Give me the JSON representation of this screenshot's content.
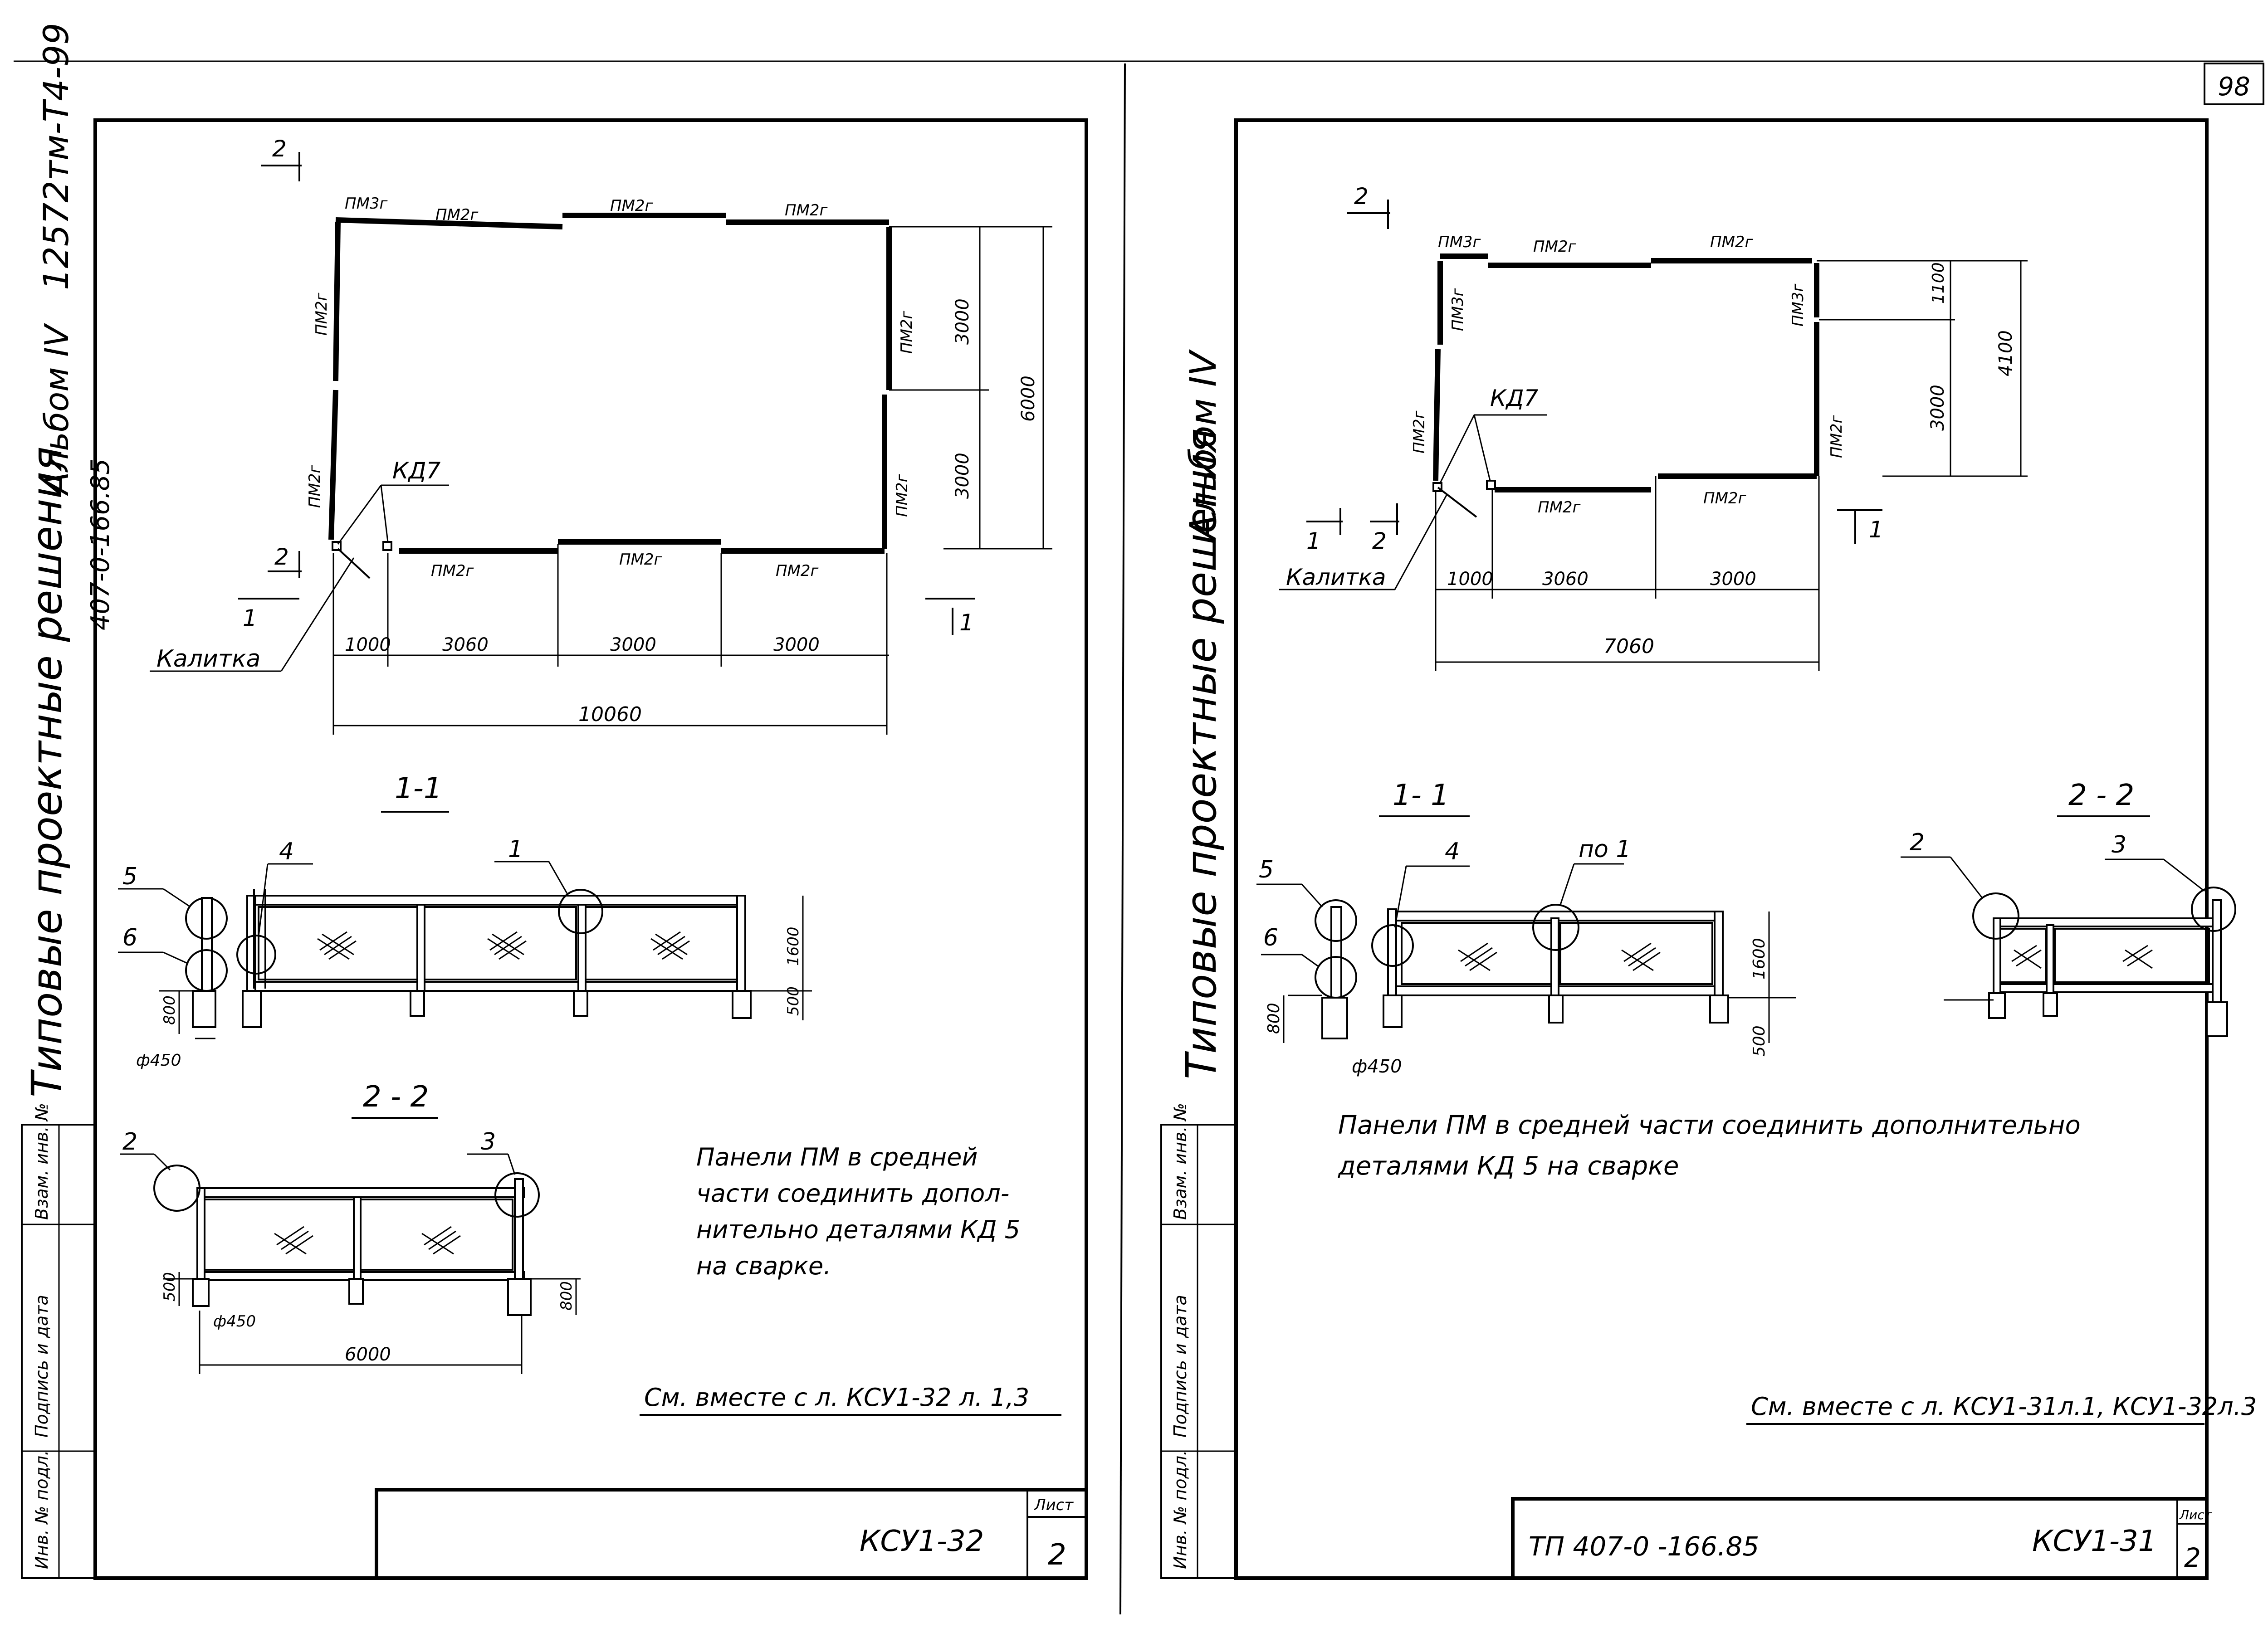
{
  "page_number": "98",
  "left_sheet": {
    "spine": {
      "series": "Типовые проектные решения",
      "doc_number": "407-0-166.85",
      "album": "Альбом IV",
      "archive_code": "12572тм-Т4-99"
    },
    "plan": {
      "panels_top": [
        "ПМ3г",
        "ПМ2г",
        "ПМ2г",
        "ПМ2г"
      ],
      "panels_left": [
        "ПМ2г",
        "ПМ2г"
      ],
      "panels_right": [
        "ПМ2г",
        "ПМ2г"
      ],
      "panels_bottom": [
        "ПМ2г",
        "ПМ2г",
        "ПМ2г"
      ],
      "detail_ref": "КД7",
      "gate_label": "Калитка",
      "dims_bottom": [
        "1000",
        "3060",
        "3000",
        "3000"
      ],
      "dim_total": "10060",
      "dims_right": [
        "3000",
        "3000"
      ],
      "dim_right_total": "6000",
      "section_mark_1": "1",
      "section_mark_2": "2"
    },
    "section_1_1": {
      "title": "1-1",
      "callouts": [
        "5",
        "6",
        "4",
        "1"
      ],
      "dim_height": "1600",
      "dim_depth": "500",
      "dim_post": "800",
      "dim_diam": "ф450"
    },
    "section_2_2": {
      "title": "2 - 2",
      "callouts": [
        "2",
        "3"
      ],
      "dim_length": "6000",
      "dim_left": "500",
      "dim_right": "800",
      "dim_diam": "ф450"
    },
    "note": [
      "Панели ПМ в средней",
      "части соединить допол-",
      "нительно деталями КД 5",
      "на сварке."
    ],
    "see_also": "См. вместе с л. КСУ1-32 л. 1,3",
    "stamp": {
      "sheet_code": "КСУ1-32",
      "sheet_label": "Лист",
      "sheet_no": "2"
    },
    "side_stamp": [
      "Инв. № подл.",
      "Подпись и дата",
      "Взам. инв. №"
    ]
  },
  "right_sheet": {
    "spine": {
      "series": "Типовые проектные решения",
      "album": "Альбом IV"
    },
    "plan": {
      "panels_top": [
        "ПМ3г",
        "ПМ2г",
        "ПМ2г"
      ],
      "panels_left": [
        "ПМ3г",
        "ПМ2г"
      ],
      "panels_right": [
        "ПМ3г",
        "ПМ2г"
      ],
      "panels_bottom": [
        "ПМ2г",
        "ПМ2г"
      ],
      "detail_ref": "КД7",
      "gate_label": "Калитка",
      "dims_bottom": [
        "1000",
        "3060",
        "3000"
      ],
      "dim_total": "7060",
      "dims_right": [
        "1100",
        "3000"
      ],
      "dim_right_total": "4100",
      "section_mark_1": "1",
      "section_mark_2": "2"
    },
    "section_1_1": {
      "title": "1- 1",
      "callouts": [
        "5",
        "6",
        "4",
        "по 1"
      ],
      "dim_height": "1600",
      "dim_depth": "500",
      "dim_post": "800",
      "dim_diam": "ф450"
    },
    "section_2_2": {
      "title": "2 - 2",
      "callouts": [
        "2",
        "3"
      ]
    },
    "note": [
      "Панели ПМ в средней части соединить дополнительно",
      "деталями КД 5 на сварке"
    ],
    "see_also": "См. вместе с л. КСУ1-31л.1, КСУ1-32л.3",
    "stamp": {
      "doc_code": "ТП 407-0 -166.85",
      "sheet_code": "КСУ1-31",
      "sheet_label": "Лист",
      "sheet_no": "2"
    },
    "side_stamp": [
      "Инв. № подл.",
      "Подпись и дата",
      "Взам. инв. №"
    ]
  }
}
